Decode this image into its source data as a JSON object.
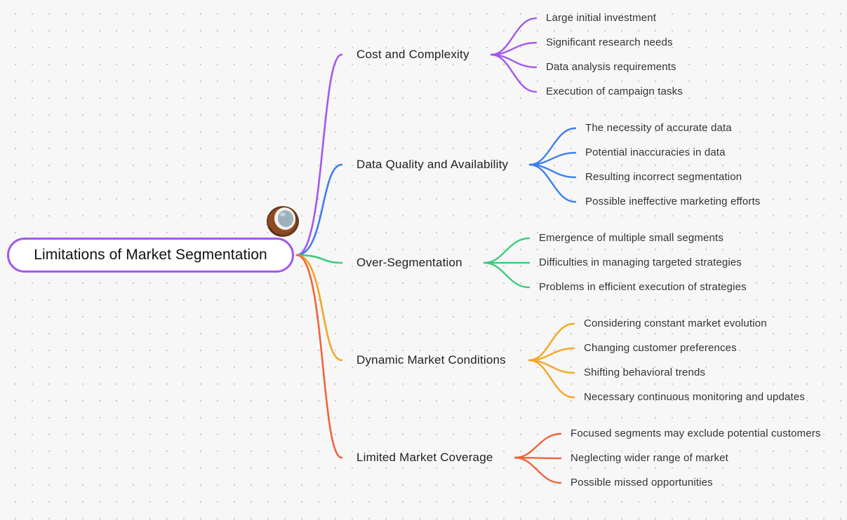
{
  "root": {
    "title": "Limitations of Market Segmentation",
    "icon": "coconut-icon"
  },
  "branches": [
    {
      "label": "Cost and Complexity",
      "color": "#a259ec",
      "children": [
        "Large initial investment",
        "Significant research needs",
        "Data analysis requirements",
        "Execution of campaign tasks"
      ]
    },
    {
      "label": "Data Quality and Availability",
      "color": "#3d7ff0",
      "children": [
        "The necessity of accurate data",
        "Potential inaccuracies in data",
        "Resulting incorrect segmentation",
        "Possible ineffective marketing efforts"
      ]
    },
    {
      "label": "Over-Segmentation",
      "color": "#3ecb7c",
      "children": [
        "Emergence of multiple small segments",
        "Difficulties in managing targeted strategies",
        "Problems in efficient execution of strategies"
      ]
    },
    {
      "label": "Dynamic Market Conditions",
      "color": "#f5a524",
      "children": [
        "Considering constant market evolution",
        "Changing customer preferences",
        "Shifting behavioral trends",
        "Necessary continuous monitoring and updates"
      ]
    },
    {
      "label": "Limited Market Coverage",
      "color": "#f4623a",
      "children": [
        "Focused segments may exclude potential customers",
        "Neglecting wider range of market",
        "Possible missed opportunities"
      ]
    }
  ]
}
